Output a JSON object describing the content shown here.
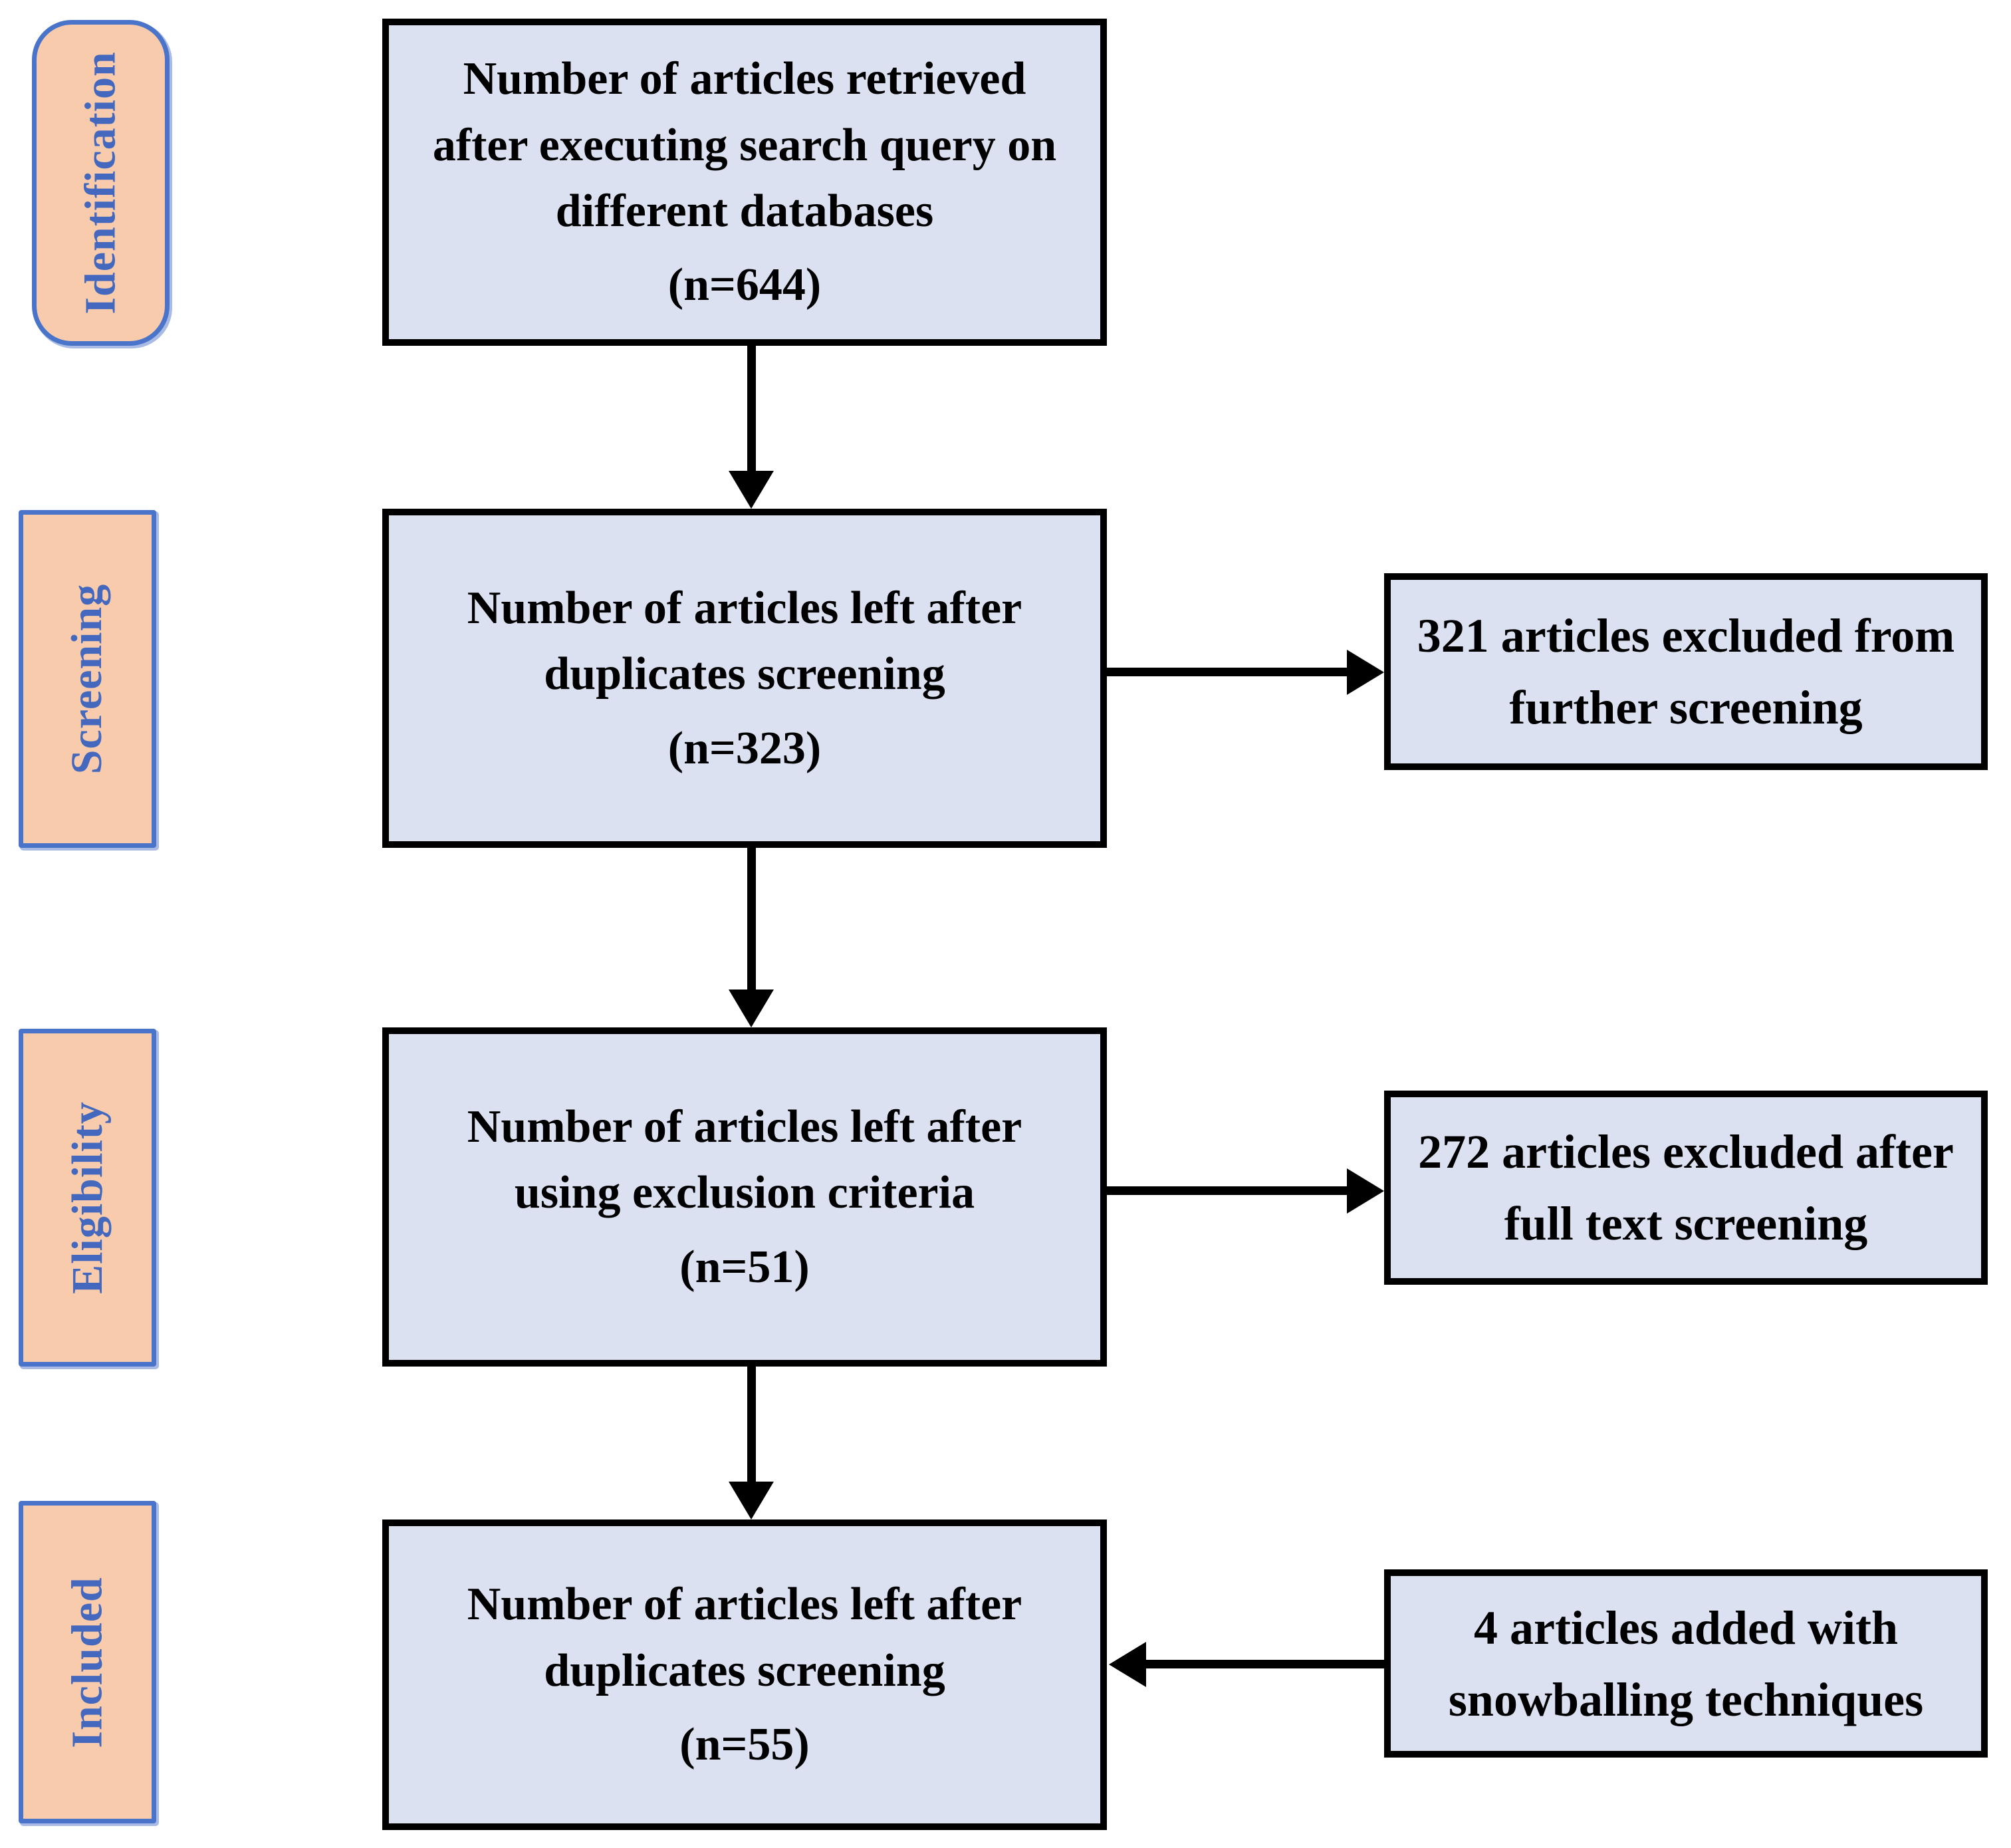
{
  "stages": [
    {
      "label": "Identification"
    },
    {
      "label": "Screening"
    },
    {
      "label": "Eligibility"
    },
    {
      "label": "Included"
    }
  ],
  "main_boxes": [
    {
      "text": "Number of articles retrieved after executing search query on different databases",
      "n": "(n=644)"
    },
    {
      "text": "Number of articles left after duplicates screening",
      "n": "(n=323)"
    },
    {
      "text": "Number of articles left after using exclusion criteria",
      "n": "(n=51)"
    },
    {
      "text": "Number of articles left after duplicates screening",
      "n": "(n=55)"
    }
  ],
  "side_boxes": [
    {
      "text": "321 articles excluded from further screening"
    },
    {
      "text": "272 articles excluded after full text screening"
    },
    {
      "text": "4 articles added with snowballing techniques"
    }
  ],
  "colors": {
    "flow_box_fill": "#dce1f2",
    "flow_box_border": "#000000",
    "stage_fill": "#f8cbad",
    "stage_border": "#4a74c9",
    "stage_text": "#4468bd",
    "arrow": "#000000",
    "background": "#ffffff"
  }
}
